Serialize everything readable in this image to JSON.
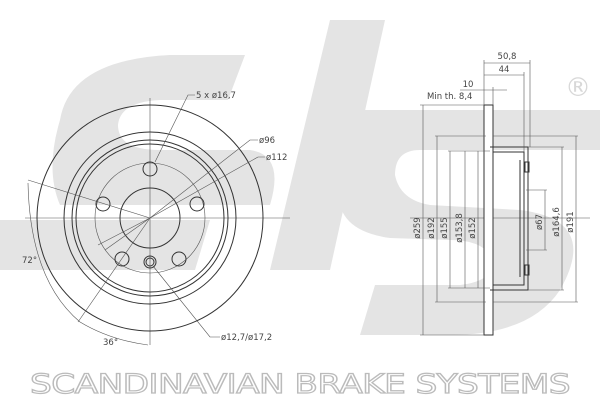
{
  "brand": {
    "name": "sbs",
    "tagline": "SCANDINAVIAN BRAKE SYSTEMS",
    "registered": "®",
    "watermark_color": "#e2e2e2"
  },
  "front_view": {
    "bolt_holes_label": "5 x ø16,7",
    "pcd_label": "ø96",
    "centering_label": "ø112",
    "aux_hole_label": "ø12,7/ø17,2",
    "angle_72": "72°",
    "angle_36": "36°"
  },
  "side_view": {
    "overall_height": "50,8",
    "hat_height": "44",
    "thickness": "10",
    "min_thickness": "Min th. 8,4",
    "diameters_left": [
      "ø259",
      "ø192",
      "ø155",
      "ø153,8",
      "ø152"
    ],
    "diameters_right": [
      "ø67",
      "ø164,6",
      "ø191"
    ]
  }
}
